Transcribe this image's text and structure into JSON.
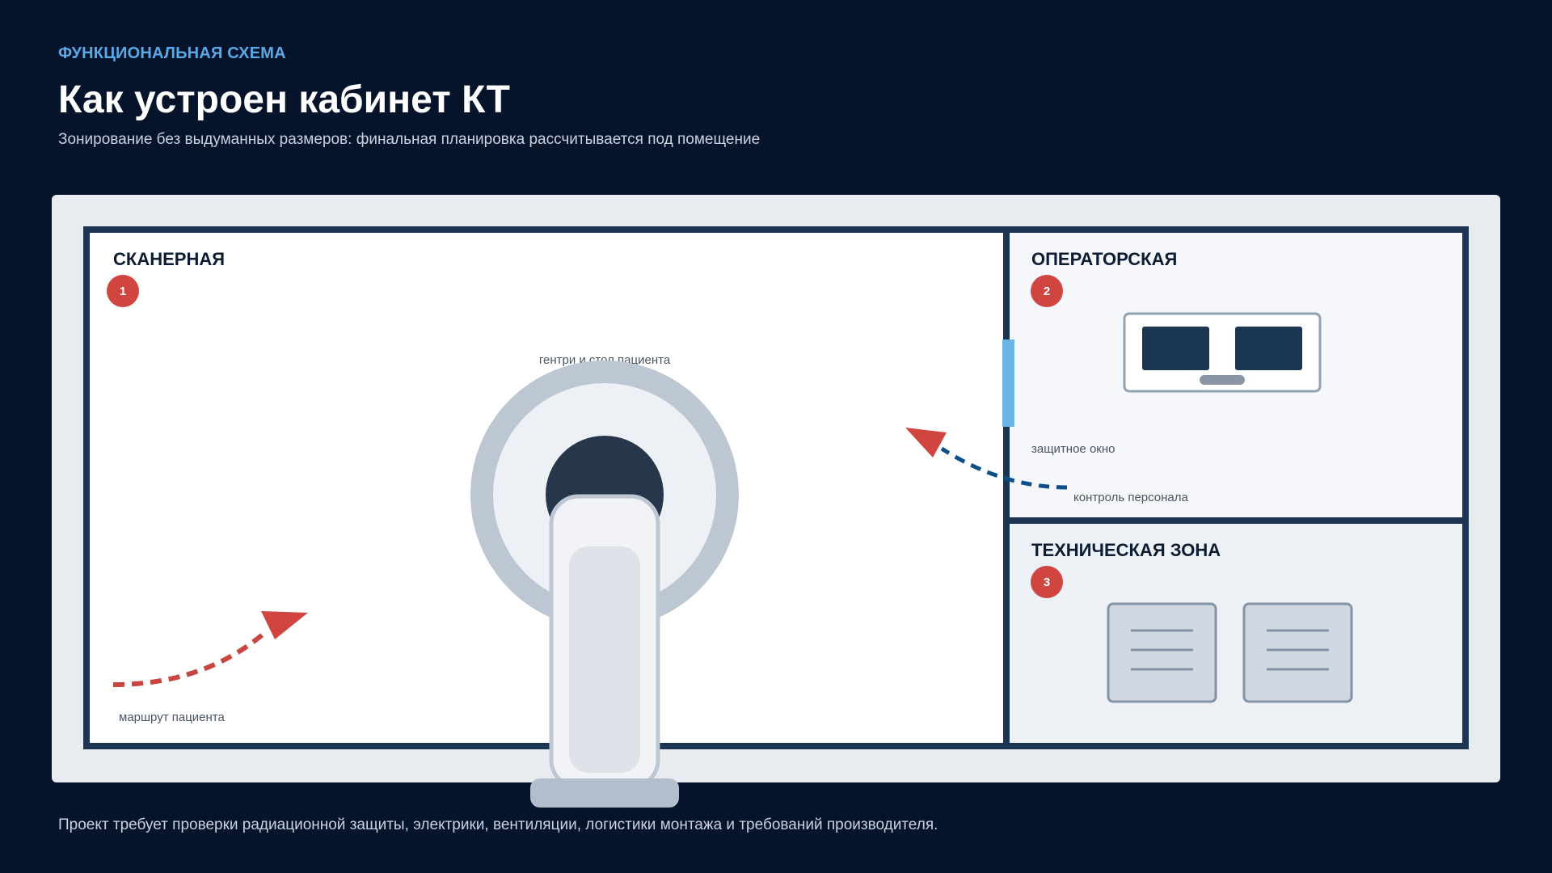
{
  "header": {
    "eyebrow": "ФУНКЦИОНАЛЬНАЯ СХЕМА",
    "title": "Как устроен кабинет КТ",
    "subtitle": "Зонирование без выдуманных размеров: финальная планировка рассчитывается под помещение"
  },
  "zones": {
    "scanner": {
      "title": "СКАНЕРНАЯ",
      "number": "1"
    },
    "operator": {
      "title": "ОПЕРАТОРСКАЯ",
      "number": "2"
    },
    "technical": {
      "title": "ТЕХНИЧЕСКАЯ ЗОНА",
      "number": "3"
    }
  },
  "labels": {
    "gantry": "гентри и стол пациента",
    "window": "защитное окно",
    "staff_control": "контроль персонала",
    "patient_route": "маршрут пациента"
  },
  "colors": {
    "background": "#06142b",
    "accent_blue": "#5aa9e6",
    "wall": "#1c3552",
    "badge_red": "#d0453f",
    "route_red": "#c9453f",
    "route_blue": "#0d4f8a"
  },
  "footer": {
    "note": "Проект требует проверки радиационной защиты, электрики, вентиляции, логистики монтажа и требований производителя."
  }
}
